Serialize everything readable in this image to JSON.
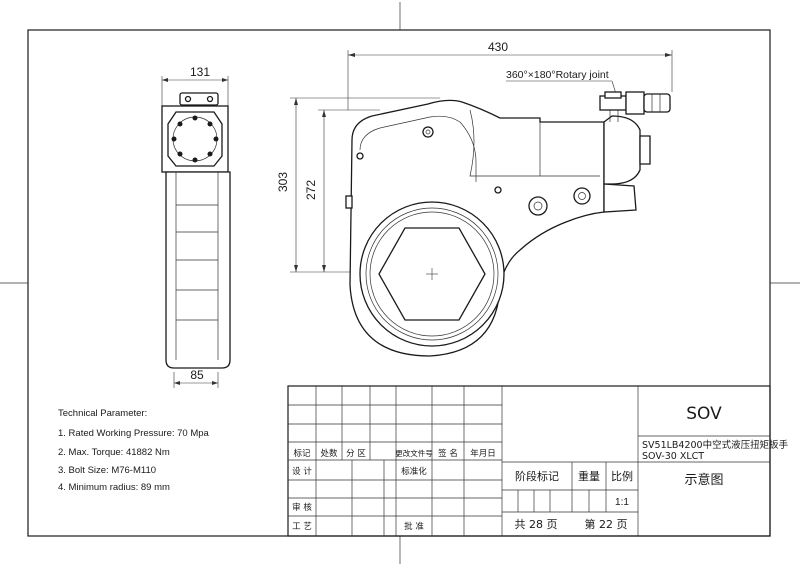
{
  "dimensions": {
    "width_total": "430",
    "side_width": "131",
    "side_bottom": "85",
    "height_303": "303",
    "height_272": "272",
    "rotary_joint": "360°×180°Rotary joint"
  },
  "tech": {
    "title": "Technical Parameter:",
    "items": [
      "1. Rated Working Pressure: 70 Mpa",
      "2. Max. Torque: 41882 Nm",
      "3. Bolt Size: M76-M110",
      "4. Minimum radius: 89 mm"
    ]
  },
  "title_block": {
    "company": "SOV",
    "model_cn": "SV51LB4200中空式液压扭矩扳手",
    "model_en": "SOV-30 XLCT",
    "drawing_name": "示意图",
    "stage_mark": "阶段标记",
    "weight": "重量",
    "scale_label": "比例",
    "scale_value": "1:1",
    "total_pages": "共 28 页",
    "page_no": "第 22 页",
    "row_labels": [
      "标记",
      "处数",
      "分 区",
      "更改文件号",
      "签 名",
      "年月日"
    ],
    "design": "设 计",
    "standard": "标准化",
    "review": "审 核",
    "process": "工 艺",
    "approve": "批 准"
  }
}
